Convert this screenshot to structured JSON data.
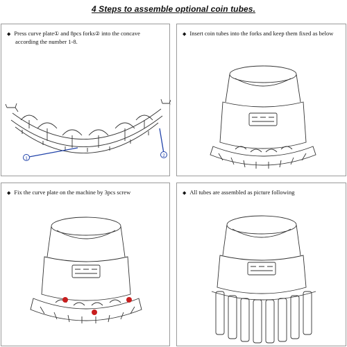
{
  "title": "4 Steps to assemble optional coin tubes.",
  "steps": [
    {
      "bullet": "◆",
      "text_a": "Press curve plate",
      "mark_1": "①",
      "text_b": " and 8pcs forks",
      "mark_2": "②",
      "text_c": " into the concave",
      "text_d": "according the number 1-8.",
      "callout_1": "1",
      "callout_2": "2"
    },
    {
      "bullet": "◆",
      "text": "Insert coin tubes into the forks and keep them fixed as below"
    },
    {
      "bullet": "◆",
      "text": "Fix the curve plate on the machine by 3pcs screw"
    },
    {
      "bullet": "◆",
      "text": "All tubes are assembled as picture following"
    }
  ],
  "colors": {
    "callout": "#2244aa",
    "screw": "#c81e1e",
    "line": "#333333"
  }
}
